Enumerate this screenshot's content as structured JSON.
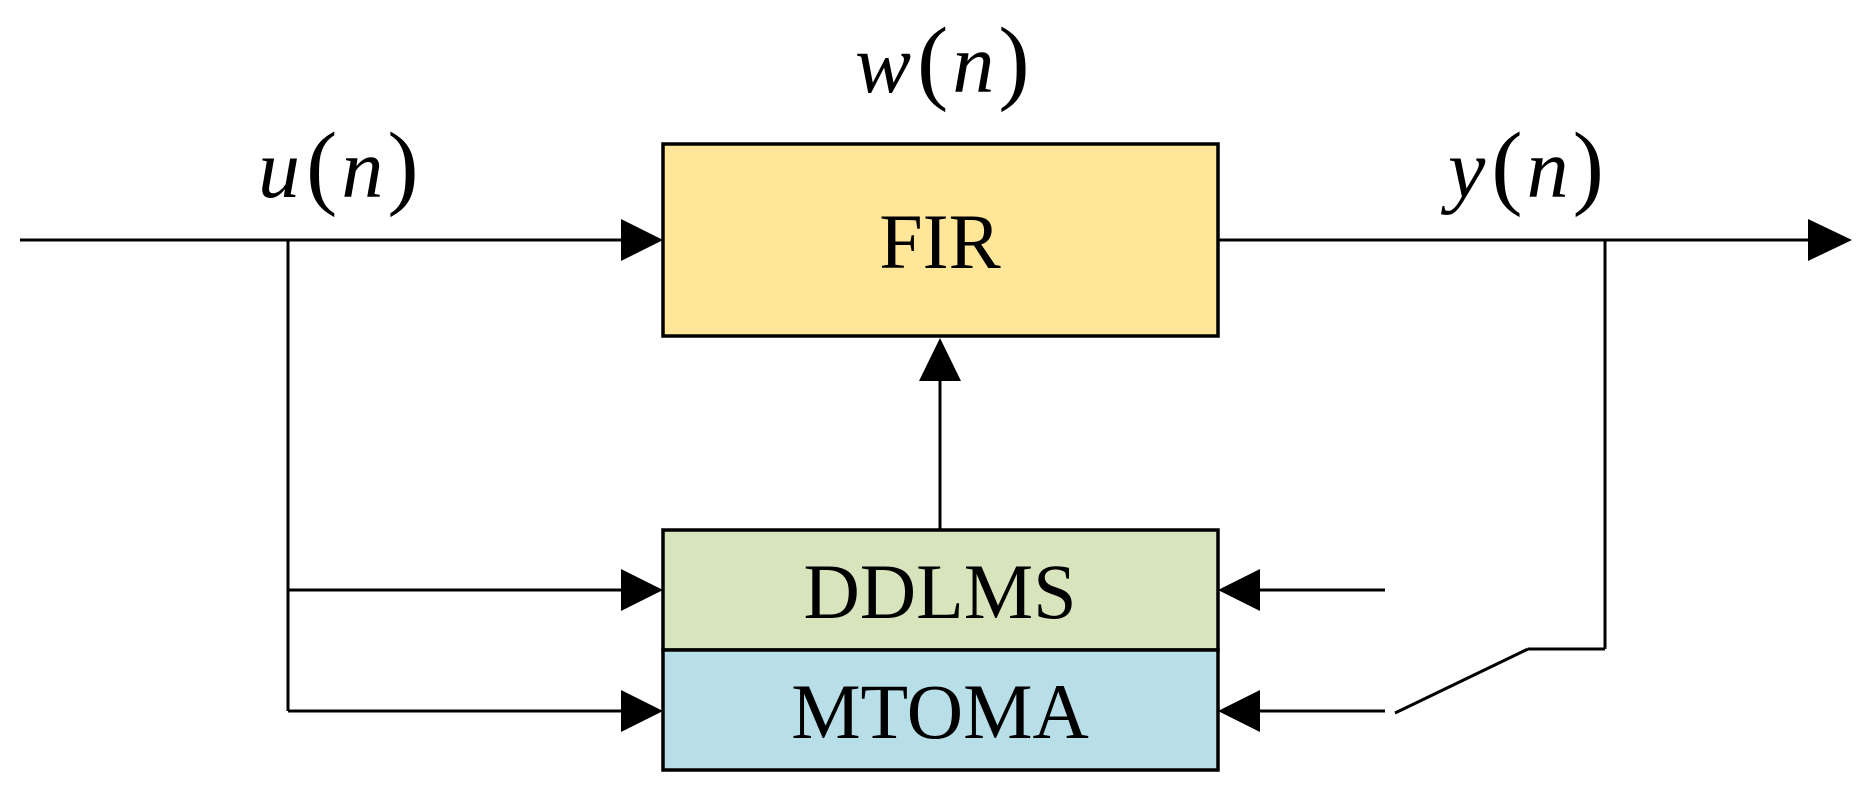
{
  "colors": {
    "fir_fill": "#FFE699",
    "ddlms_fill": "#D8E4BC",
    "mtoma_fill": "#B8DEE8",
    "line": "#000000"
  },
  "labels": {
    "weights": {
      "symbol": "w",
      "open": "(",
      "arg": "n",
      "close": ")"
    },
    "input": {
      "symbol": "u",
      "open": "(",
      "arg": "n",
      "close": ")"
    },
    "output": {
      "symbol": "y",
      "open": "(",
      "arg": "n",
      "close": ")"
    }
  },
  "blocks": {
    "fir": "FIR",
    "ddlms": "DDLMS",
    "mtoma": "MTOMA"
  }
}
